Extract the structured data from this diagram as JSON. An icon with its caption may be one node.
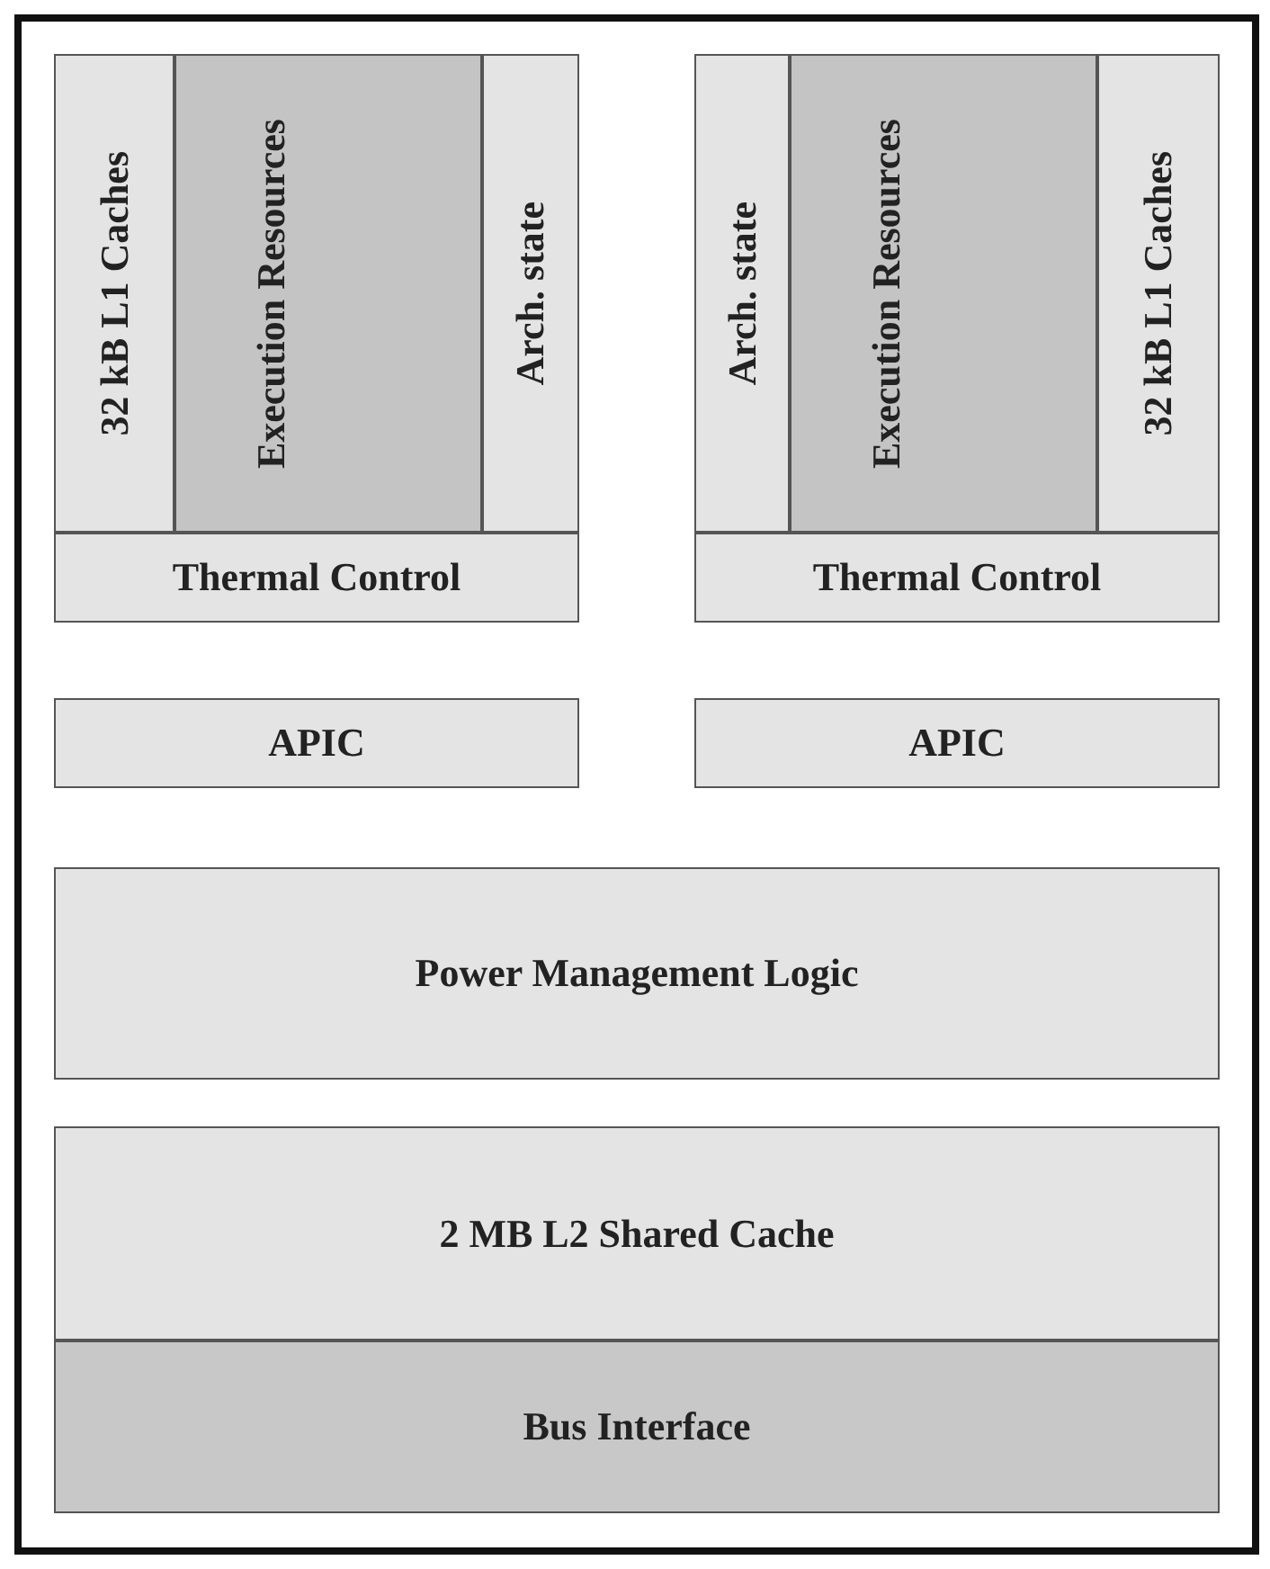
{
  "diagram": {
    "nodes": [
      {
        "text": [],
        "shape": "box"
      },
      {
        "text": [
          "32 kB L1 Caches"
        ],
        "in": 0
      },
      {
        "text": [
          "Execution Resources"
        ],
        "in": 0
      },
      {
        "text": [
          "Arch. state"
        ],
        "in": 0
      },
      {
        "text": [
          "Thermal Control"
        ],
        "in": 0
      },
      {
        "text": [
          "Arch. state"
        ],
        "in": 0
      },
      {
        "text": [
          "Execution Resources"
        ],
        "in": 0
      },
      {
        "text": [
          "32 kB L1 Caches"
        ],
        "in": 0
      },
      {
        "text": [
          "Thermal Control"
        ],
        "in": 0
      },
      {
        "text": [
          "APIC"
        ],
        "in": 0
      },
      {
        "text": [
          "APIC"
        ],
        "in": 0
      },
      {
        "text": [
          "Power Management Logic"
        ],
        "in": 0
      },
      {
        "text": [
          "2 MB L2 Shared Cache"
        ],
        "in": 0
      },
      {
        "text": [
          "Bus Interface"
        ],
        "in": 0
      }
    ]
  }
}
